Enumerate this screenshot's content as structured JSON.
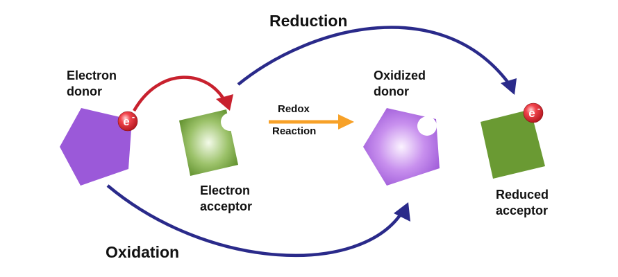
{
  "labels": {
    "reduction": "Reduction",
    "oxidation": "Oxidation",
    "electron_donor": [
      "Electron",
      "donor"
    ],
    "electron_acceptor": [
      "Electron",
      "acceptor"
    ],
    "oxidized_donor": [
      "Oxidized",
      "donor"
    ],
    "reduced_acceptor": [
      "Reduced",
      "acceptor"
    ],
    "redox_reaction": [
      "Redox",
      "Reaction"
    ]
  },
  "electron": {
    "symbol": "e",
    "charge": "-"
  },
  "colors": {
    "donor_purple": "#9b59d9",
    "oxidized_donor_light": "#f0d9ff",
    "acceptor_green": "#6a9a33",
    "acceptor_light": "#f3fae9",
    "reduction_arrow": "#2a2a8a",
    "oxidation_arrow": "#2a2a8a",
    "electron_transfer_arrow": "#c8212e",
    "redox_arrow": "#f7a128",
    "electron_red": "#e4242e"
  }
}
